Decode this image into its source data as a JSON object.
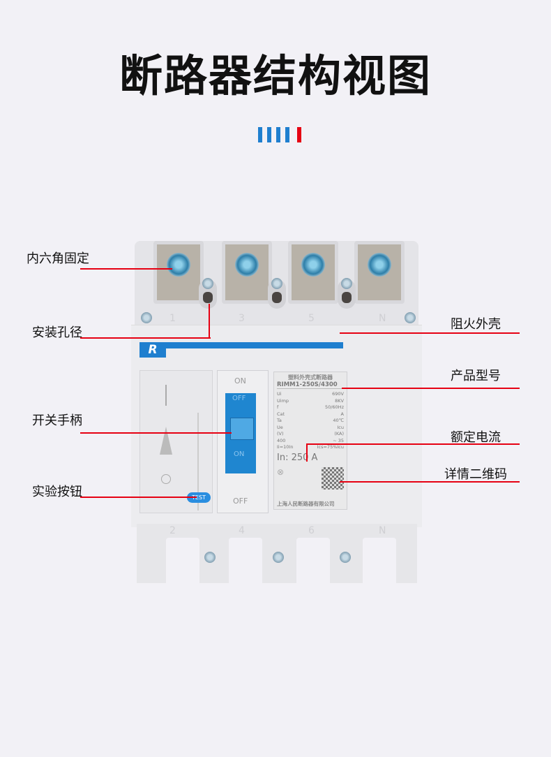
{
  "title": "断路器结构视图",
  "accent_colors": {
    "blue": "#1f7fcf",
    "red": "#e60012"
  },
  "labels_left": [
    "内六角固定",
    "安装孔径",
    "开关手柄",
    "实验按钮"
  ],
  "labels_right": [
    "阻火外壳",
    "产品型号",
    "额定电流",
    "详情二维码"
  ],
  "breaker": {
    "logo": "R",
    "terminals_top": [
      "1",
      "3",
      "5",
      "N"
    ],
    "terminals_bottom": [
      "2",
      "4",
      "6",
      "N"
    ],
    "on_label": "ON",
    "off_label": "OFF",
    "handle_off": "OFF",
    "handle_on": "ON",
    "test_button": "TEST",
    "nameplate": {
      "name": "塑料外壳式断路器",
      "model": "RIMM1-250S/4300",
      "rows": [
        [
          "Ui",
          "690V"
        ],
        [
          "Uimp",
          "8KV"
        ],
        [
          "f",
          "50/60Hz"
        ],
        [
          "Cat",
          "A"
        ],
        [
          "Ta",
          "40℃"
        ],
        [
          "Ue",
          "Icu"
        ],
        [
          "(V)",
          "(KA)"
        ],
        [
          "400",
          "~  35"
        ],
        [
          "Ii=10In",
          "Ics=75%Icu"
        ]
      ],
      "rated": "In: 250 A",
      "maker": "上海人民断路器有限公司"
    }
  }
}
